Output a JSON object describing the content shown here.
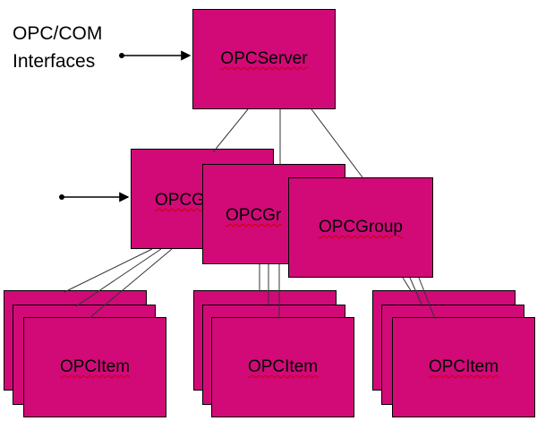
{
  "colors": {
    "box_fill": "#d10a78",
    "box_border": "#000000",
    "text": "#000000",
    "spellcheck_underline": "#cc0000"
  },
  "interface_label": {
    "line1": "OPC/COM",
    "line2": "Interfaces"
  },
  "server": {
    "label": "OPCServer"
  },
  "groups": [
    {
      "label": "OPCG"
    },
    {
      "label": "OPCGr"
    },
    {
      "label": "OPCGroup"
    }
  ],
  "item_stacks": [
    {
      "label": "OPCItem"
    },
    {
      "label": "OPCItem"
    },
    {
      "label": "OPCItem"
    }
  ]
}
